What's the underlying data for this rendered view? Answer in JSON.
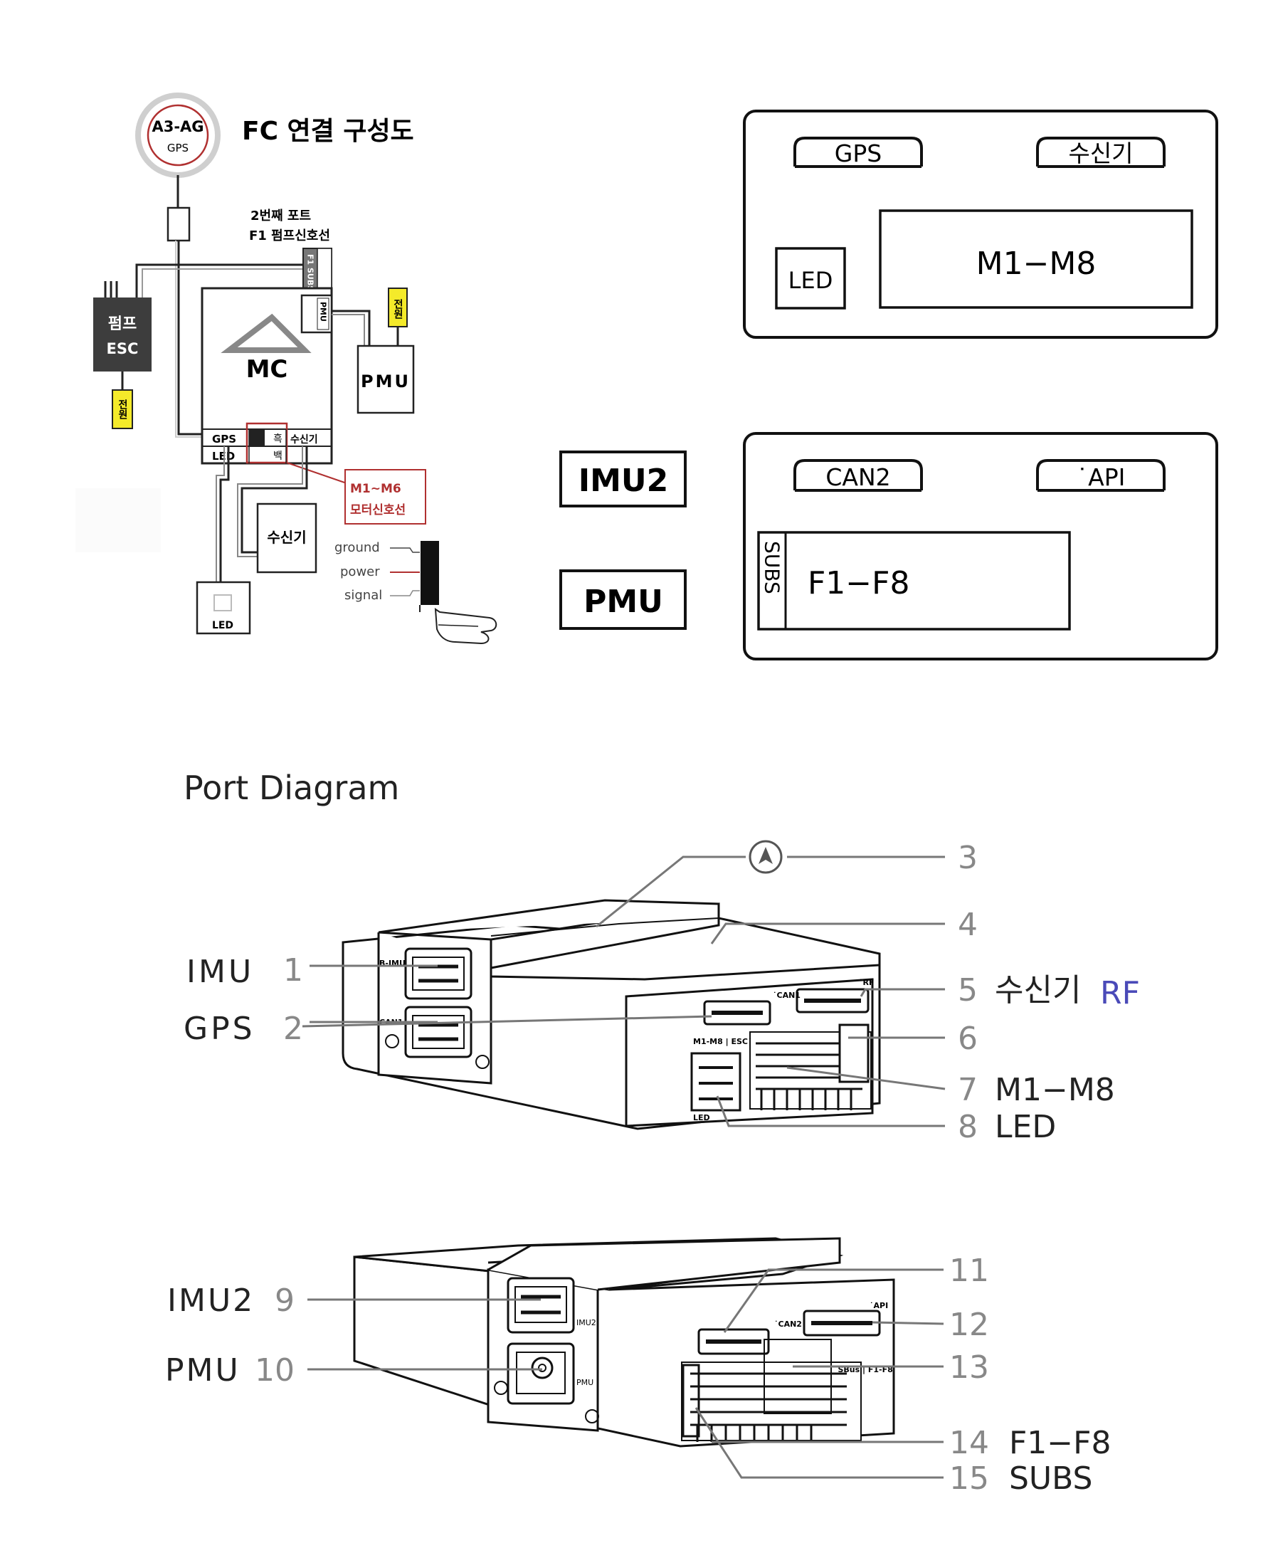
{
  "fc_diagram": {
    "gps_badge_top": "A3-AG",
    "gps_badge_bottom": "GPS",
    "title": "FC 연결 구성도",
    "port_note_line1": "2번째 포트",
    "port_note_line2": "F1 펌프신호선",
    "subs_port": "F1 SUBS",
    "pmu_port": "PMU",
    "pump_esc_line1": "펌프",
    "pump_esc_line2": "ESC",
    "power_tag": "전원",
    "mc_label": "MC",
    "pmu_box": "PMU",
    "gps_port": "GPS",
    "led_port": "LED",
    "black_tag": "흑",
    "white_tag": "백",
    "receiver_port": "수신기",
    "motor_callout_line1": "M1~M6",
    "motor_callout_line2": "모터신호선",
    "receiver_box": "수신기",
    "led_box": "LED",
    "wire_ground": "ground",
    "wire_power": "power",
    "wire_signal": "signal"
  },
  "panels": {
    "top": {
      "gps": "GPS",
      "receiver": "수신기",
      "led": "LED",
      "motors": "M1−M8"
    },
    "bottom": {
      "can2": "CAN2",
      "api": "˙API",
      "subs_vertical": "SUBS",
      "f_ports": "F1−F8"
    },
    "side_imu2": "IMU2",
    "side_pmu": "PMU"
  },
  "port_diagram": {
    "title": "Port Diagram",
    "top_view": {
      "left": [
        {
          "name": "IMU",
          "num": "1"
        },
        {
          "name": "GPS",
          "num": "2"
        }
      ],
      "right": [
        {
          "num": "3",
          "label": ""
        },
        {
          "num": "4",
          "label": ""
        },
        {
          "num": "5",
          "label": "수신기",
          "extra": "RF"
        },
        {
          "num": "6",
          "label": ""
        },
        {
          "num": "7",
          "label": "M1−M8"
        },
        {
          "num": "8",
          "label": "LED"
        }
      ],
      "device_text": {
        "imu_port": "B-IMU",
        "can1_left": "CAN1",
        "can1_top": "˙CAN1",
        "rf": "˙RF",
        "m_esc": "M1-M8 | ESC˙",
        "led": "LED"
      }
    },
    "bottom_view": {
      "left": [
        {
          "name": "IMU2",
          "num": "9"
        },
        {
          "name": "PMU",
          "num": "10"
        }
      ],
      "right": [
        {
          "num": "11",
          "label": ""
        },
        {
          "num": "12",
          "label": ""
        },
        {
          "num": "13",
          "label": ""
        },
        {
          "num": "14",
          "label": "F1−F8"
        },
        {
          "num": "15",
          "label": "SUBS"
        }
      ],
      "device_text": {
        "imu2": "IMU2",
        "pmu": "PMU",
        "can2": "˙CAN2",
        "api": "˙API",
        "sbus": "˙SBus | F1-F8"
      }
    }
  },
  "colors": {
    "red": "#b03030",
    "yellow": "#f4ea2a",
    "rf_blue": "#4a4ab8",
    "dark_gray": "#3d3d3d",
    "callout_gray": "#777777"
  }
}
